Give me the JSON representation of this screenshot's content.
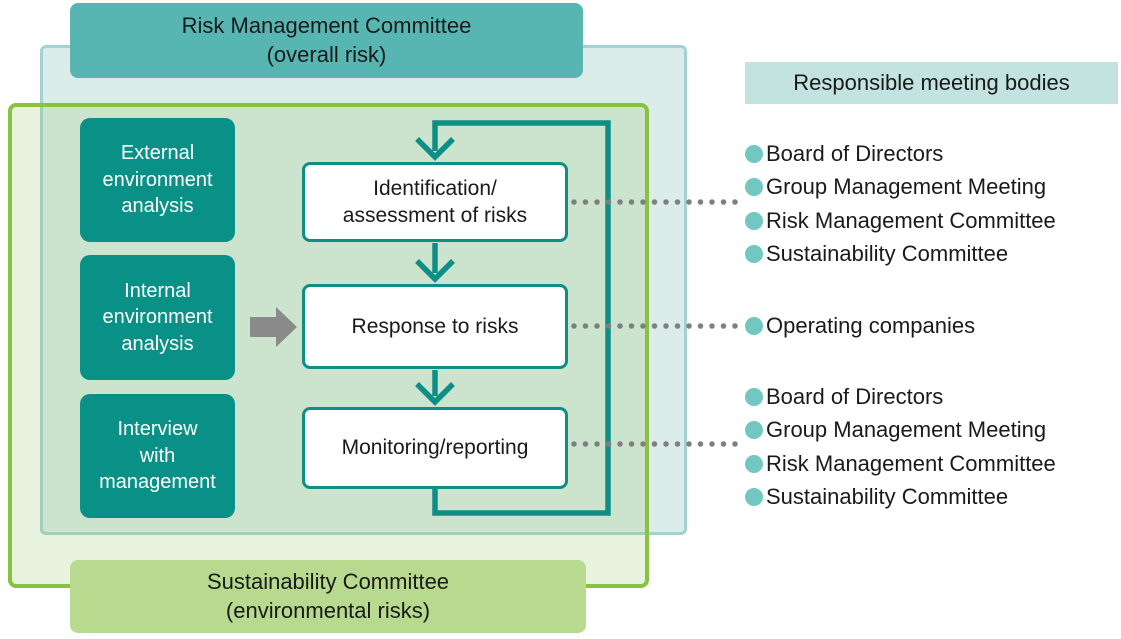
{
  "flow": {
    "top_header": "Risk Management Committee\n(overall risk)",
    "bottom_header": "Sustainability Committee\n(environmental risks)",
    "inputs": [
      "External\nenvironment\nanalysis",
      "Internal\nenvironment\nanalysis",
      "Interview\nwith\nmanagement"
    ],
    "steps": [
      "Identification/\nassessment of risks",
      "Response to risks",
      "Monitoring/reporting"
    ]
  },
  "right_panel": {
    "header": "Responsible meeting bodies",
    "group1": {
      "items": [
        "Board of Directors",
        "Group Management Meeting",
        "Risk Management Committee",
        "Sustainability Committee"
      ]
    },
    "group2": {
      "items": [
        "Operating companies"
      ]
    },
    "group3": {
      "items": [
        "Board of Directors",
        "Group Management Meeting",
        "Risk Management Committee",
        "Sustainability Committee"
      ]
    }
  },
  "icons": {
    "bullet": "teal-circle-bullet",
    "flow_arrow": "teal-down-chevron-arrow",
    "feedback_loop": "teal-rectangular-loop-arrow",
    "input_arrow": "gray-right-block-arrow",
    "connector": "gray-dotted-line"
  },
  "colors": {
    "teal_header_bg": "#57b6b2",
    "teal_input_bg": "#0a9187",
    "flow_line": "#0e8e85",
    "green_border": "#87c33e",
    "green_header_bg": "#b7da8e",
    "blue_region_bg": "#dbecea",
    "blue_region_border": "#a3d2d4",
    "right_header_bg": "#c2e3df",
    "bullet": "#72c7c1",
    "gray_arrow": "#8a8a8a",
    "dotted_line": "#7f7f7f",
    "text": "#1a1a1a"
  }
}
